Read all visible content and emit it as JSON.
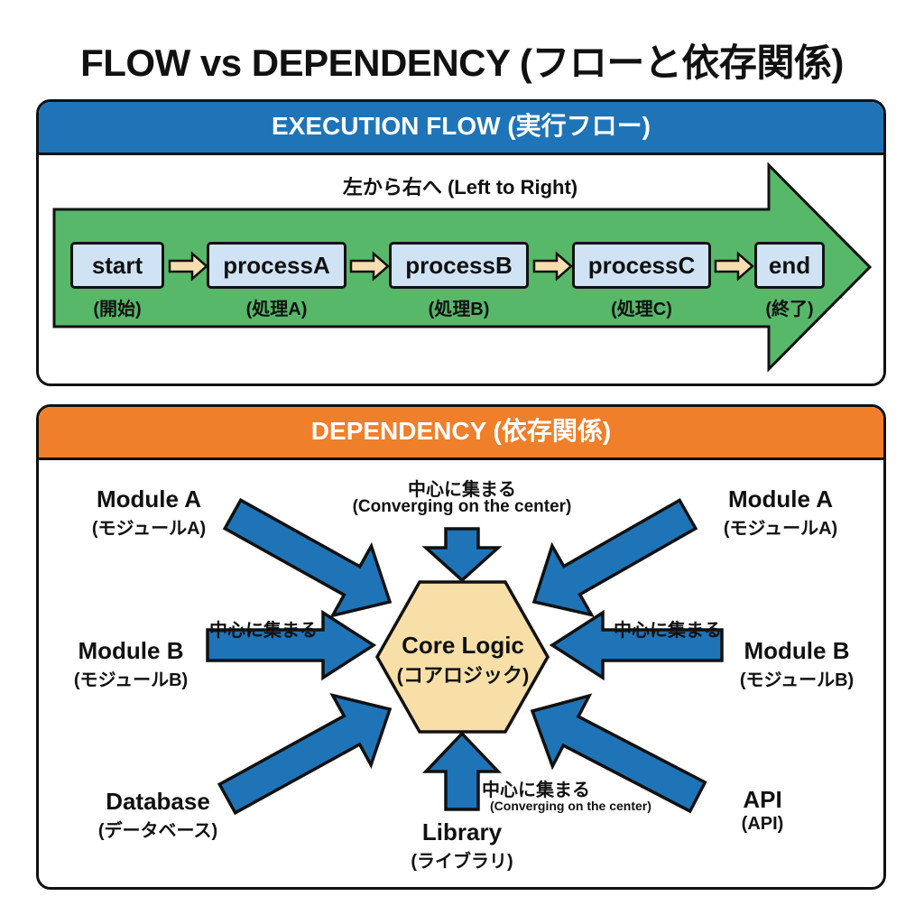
{
  "title": "FLOW vs DEPENDENCY (フローと依存関係)",
  "colors": {
    "flow_header": "#1f74b8",
    "dependency_header": "#ef7f2a",
    "flow_arrow": "#57b86a",
    "step_box": "#cfe3f4",
    "connector_arrow": "#f5deb0",
    "dependency_arrow": "#1f74b8",
    "core_hexagon": "#f8dfa8"
  },
  "execution_flow": {
    "header": "EXECUTION FLOW (実行フロー)",
    "direction_label": "左から右へ (Left to Right)",
    "steps": [
      {
        "label": "start",
        "sub": "(開始)"
      },
      {
        "label": "processA",
        "sub": "(処理A)"
      },
      {
        "label": "processB",
        "sub": "(処理B)"
      },
      {
        "label": "processC",
        "sub": "(処理C)"
      },
      {
        "label": "end",
        "sub": "(終了)"
      }
    ]
  },
  "dependency": {
    "header": "DEPENDENCY (依存関係)",
    "core": {
      "label": "Core Logic",
      "sub": "(コアロジック)"
    },
    "nodes": [
      {
        "label": "Module A",
        "sub": "(モジュールA)"
      },
      {
        "label": "Module A",
        "sub": "(モジュールA)"
      },
      {
        "label": "Module B",
        "sub": "(モジュールB)"
      },
      {
        "label": "Module B",
        "sub": "(モジュールB)"
      },
      {
        "label": "Database",
        "sub": "(データベース)"
      },
      {
        "label": "Library",
        "sub": "(ライブラリ)"
      },
      {
        "label": "API",
        "sub": "(API)"
      }
    ],
    "annotations": {
      "top_jp": "中心に集まる",
      "top_en": "(Converging on the center)",
      "left_jp": "中心に集まる",
      "right_jp": "中心に集まる",
      "bottom_jp": "中心に集まる",
      "bottom_en": "(Converging on the center)"
    }
  }
}
